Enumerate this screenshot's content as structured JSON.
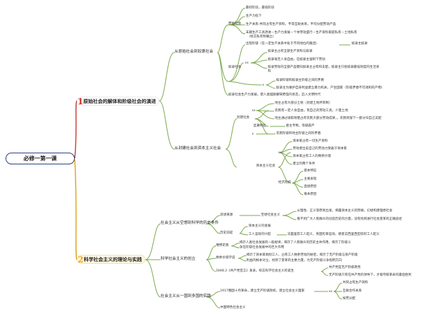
{
  "root": {
    "label": "必修一第一课"
  },
  "branch1": {
    "num": "1",
    "label": "原始社会的解体和阶级社会的演进"
  },
  "branch2": {
    "num": "2",
    "label": "科学社会主义的理论与实践"
  },
  "b1": {
    "a": "从原始社会到奴隶社会",
    "a1": "原始社会",
    "a1_1": "最初阶段，最低阶段",
    "a1_2": "生产力低下",
    "a1_3": "生产关系:共同占有生产资料，平等互助关系，平均分配劳动产品",
    "a1_4a": "末期生产工具改进－生产力发展－个体劳动盛行－生产资料家庭私有－土地私有",
    "a1_4b": "（标志私有制确立）",
    "a2": "奴隶社会",
    "a2_1": "出现阶级（在一定生产关系中处于不同地位的集团）",
    "a2_1r": "奴隶主奴隶",
    "a2_2": "xx",
    "a2_2a": "奴隶主占有全部生产资料与奴隶",
    "a2_2b": "奴隶毫无人身自由，在奴隶主强制下劳动",
    "a2_2c1": "奴隶劳动的全部产品都归奴隶主占有和支配，奴隶主只给奴隶最低限度的生活资",
    "a2_2c2": "料",
    "a2_3": "x",
    "a2_3a": "奴隶阶级和奴隶主阶级之间的矛盾",
    "a2_3b": "奴隶主为维护自身利益建立暴力机关，产生国家（阶级矛盾不可调和的产物）",
    "a3": "奴隶社会生产力发展，使人类摆脱蒙昧野蛮的状态，迈入文明时代",
    "b": "从封建社会到资本主义社会",
    "b1": "封建社会",
    "b1_1": "xx",
    "b1_1a": "地主占有大部分土地（封建土地所有制）",
    "b1_1b": "农民有一定人身自由，有自己的劳动工具，少量土地",
    "b1_1c": "地主通过收取地租占有农民大部分劳动成果，，农民耗留下一部分归自己支配",
    "b1_2": "显著特征",
    "b1_2r": "君主专制，等级森严",
    "b1_3": "x",
    "b1_3r": "农民阶级和地主阶级之间的矛盾",
    "b2": "资本主义社会",
    "b2_1": "xx",
    "b2_1a": "资本家占有一切生产资料",
    "b2_1b": "劳动者出卖自己的劳动力受雇于资本家",
    "b2_1c": "资本家占有工人的剩余价值",
    "b2_1d": "建立的两个条件",
    "b2_2": "经济危机",
    "b2_2a": "基本特征",
    "b2_2b": "主要表现",
    "b2_2c": "直接原因",
    "b2_2d": "根本原因"
  },
  "b2": {
    "a": "社会主义从空想到科学的历史条件",
    "a1": "思想来源",
    "a1r": "空想社会主义",
    "a1_1": "从理性、正义等原则出发，揭露资本主义的弊端，幻想构建理想社会",
    "a1_2": "看不到广大人民群众的创造历史的力量，没有找到进行社会变革的正确途径",
    "a2": "历史前提",
    "a2_1": "资本主义的发展",
    "a2_2": "工人运动的兴起",
    "a2_2r": "法国里昂工人起义，英国宪章运动，德意志西里西亚纺织工人起义",
    "b": "科学社会主义的创立",
    "b1": "唯物史观",
    "b1_1": "揭示人类社会发展的一般规律，揭示了人民群众的历史主体作用，揭示了阶级斗",
    "b1_2": "争在阶级社会发展中的巨大作用",
    "b2": "剩余价值学说",
    "b2_1": "揭示了资本家剥削工人、占有工人剩余劳动的秘密，揭示了无产阶级与资产阶级",
    "b2_2": "利益的根本对立，找到了变革的主要力量，为无产阶级斗争指明方向",
    "b3": "1848.2《共产党宣言》发表，标志科学社会主义的诞生",
    "b3_1": "共产党是无产阶级政党",
    "b3_2": "无产阶级只有在共产党的领导下，才能夺取革命的最后胜利",
    "c": "社会主义从一国到多国的实践",
    "c1": "1917俄国十月革命，建立无产阶级政权，建立社会主义国家",
    "c1r": "xx",
    "c1_1": "共同占有生产资料",
    "c1_2": "互助合作关系",
    "c1_3": "按劳分配",
    "c2": "中国特色社会主义"
  }
}
